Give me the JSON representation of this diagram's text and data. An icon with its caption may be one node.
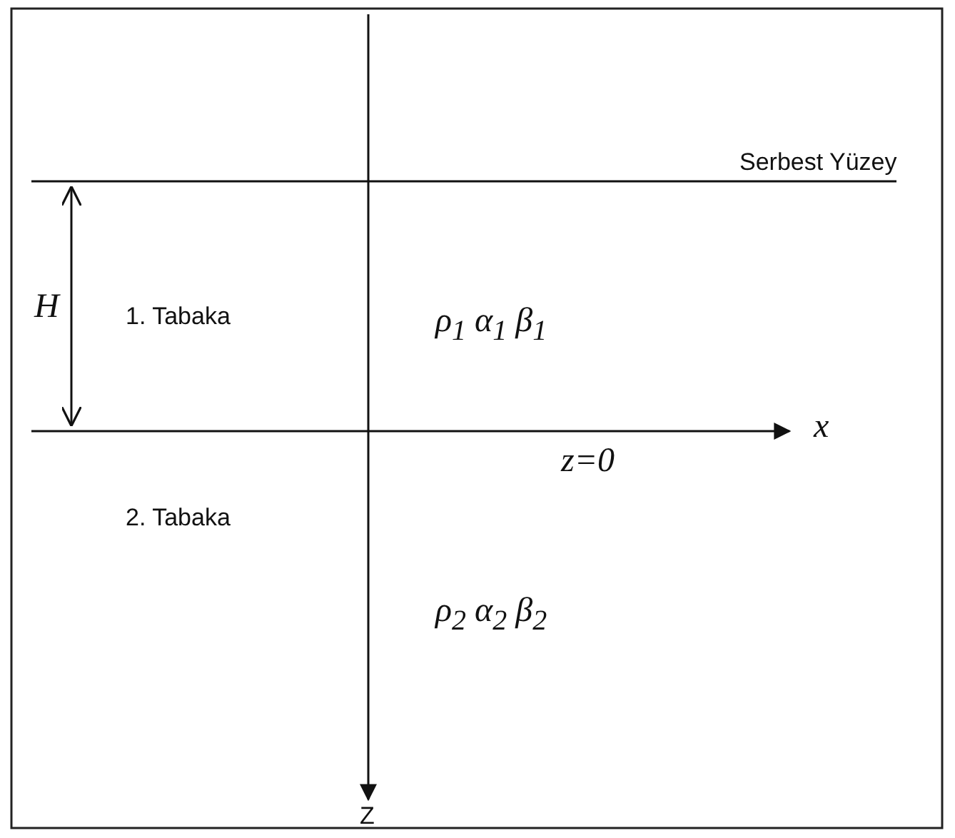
{
  "diagram": {
    "labels": [
      "Serbest Yüzey",
      "H",
      "1. Tabaka",
      "ρ$_{1}$  α$_{1}$  β$_{1}$",
      "x",
      "z=0",
      "2. Tabaka",
      "ρ$_{2}$  α$_{2}$  β$_{2}$",
      "Z"
    ]
  }
}
